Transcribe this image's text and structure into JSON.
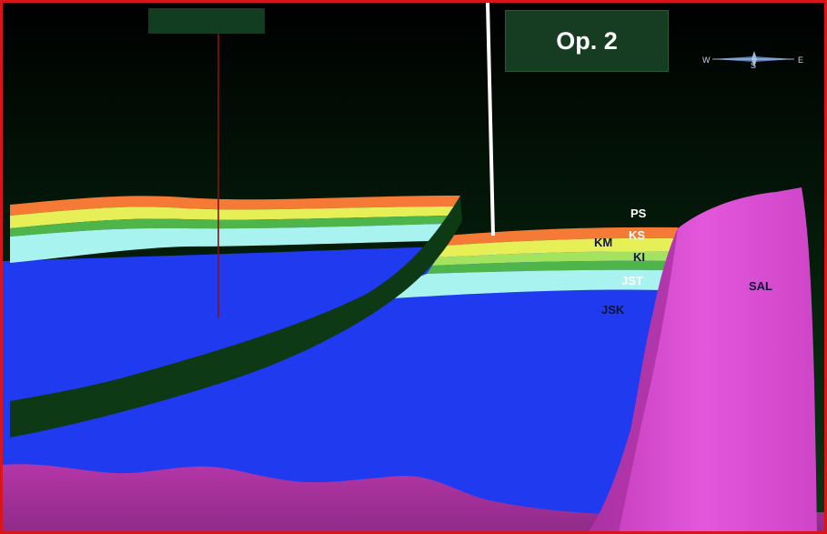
{
  "title": "Op. 2",
  "compass": {
    "west": "W",
    "south": "S",
    "east": "E"
  },
  "layers": {
    "ps": "PS",
    "ks": "KS",
    "km": "KM",
    "ki": "KI",
    "jst": "JST",
    "jsk": "JSK",
    "sal": "SAL"
  },
  "colors": {
    "background_top": "#000000",
    "background_bottom": "#0b3716",
    "frame": "#d9141b",
    "ps_layer": "#f47a35",
    "ks_layer": "#e6ef56",
    "km_layer": "#a4e35f",
    "ki_layer": "#4db54a",
    "jst_layer": "#a8f3f0",
    "jsk_layer": "#1f3aef",
    "salt": "#d94bd4",
    "fault": "#0d3a14",
    "well": "#ffffff"
  }
}
